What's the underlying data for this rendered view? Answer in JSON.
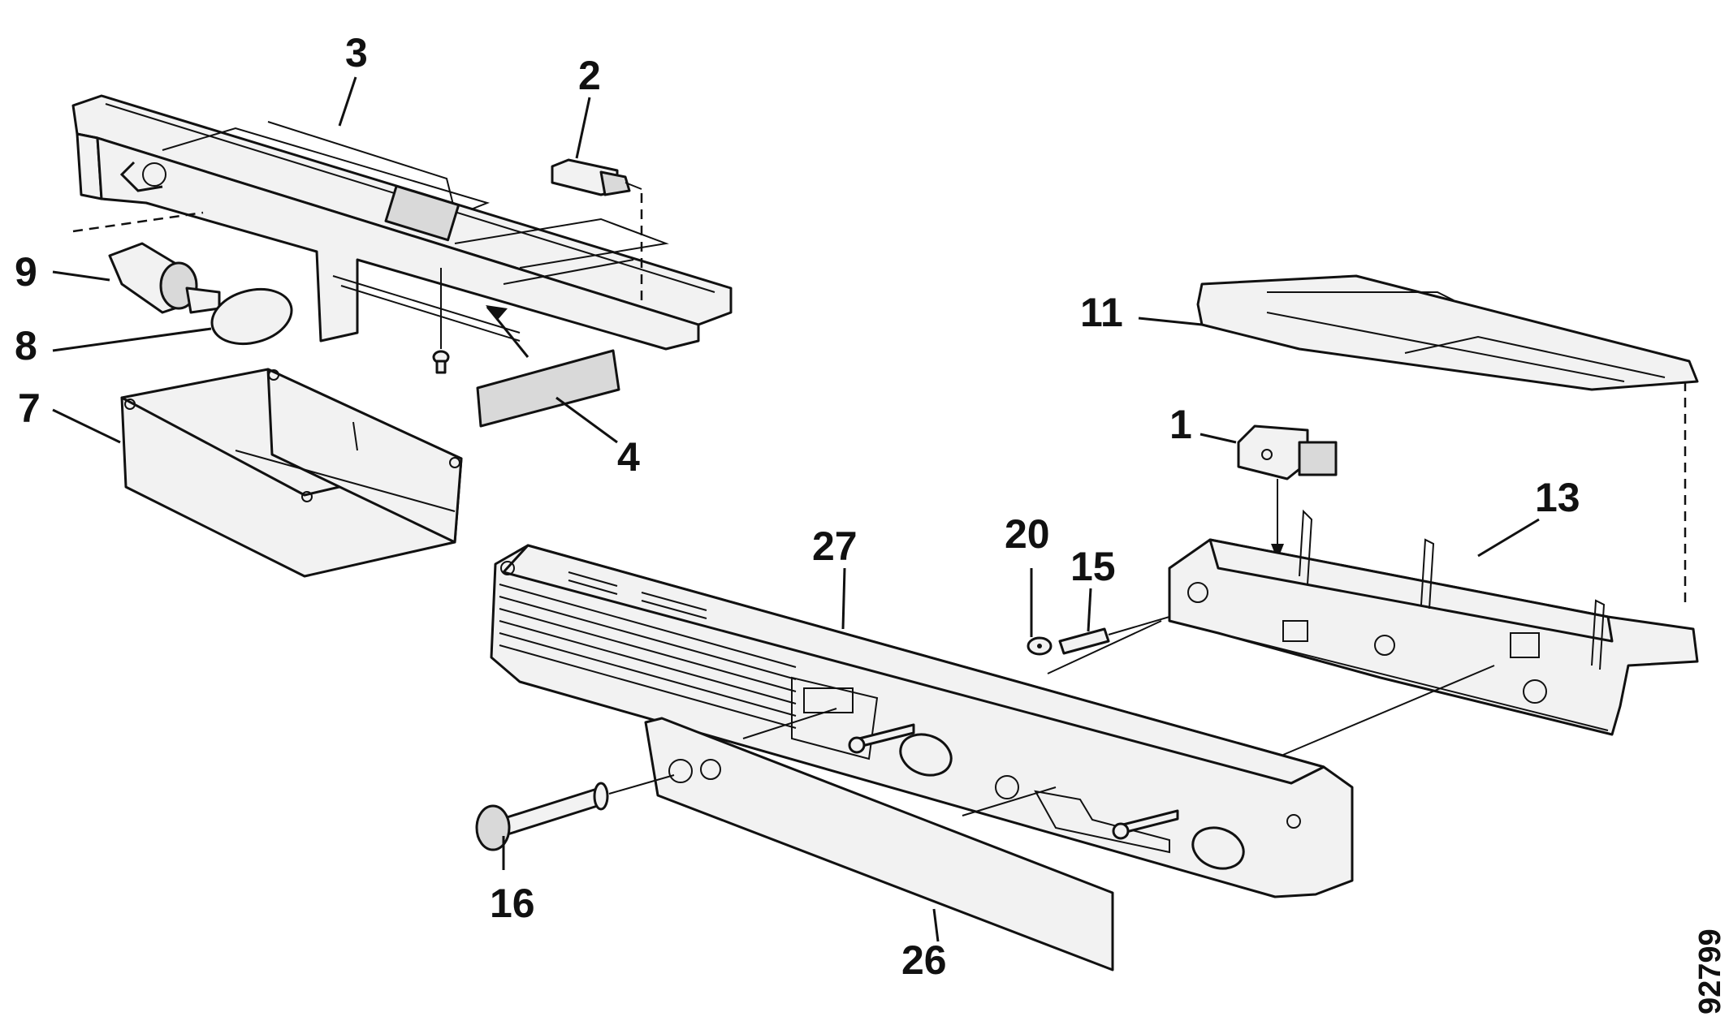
{
  "figure": {
    "reference_number": "92799",
    "callouts": {
      "c1": "1",
      "c2": "2",
      "c3": "3",
      "c4": "4",
      "c7": "7",
      "c8": "8",
      "c9": "9",
      "c11": "11",
      "c13": "13",
      "c15": "15",
      "c16": "16",
      "c20": "20",
      "c26": "26",
      "c27": "27"
    }
  }
}
